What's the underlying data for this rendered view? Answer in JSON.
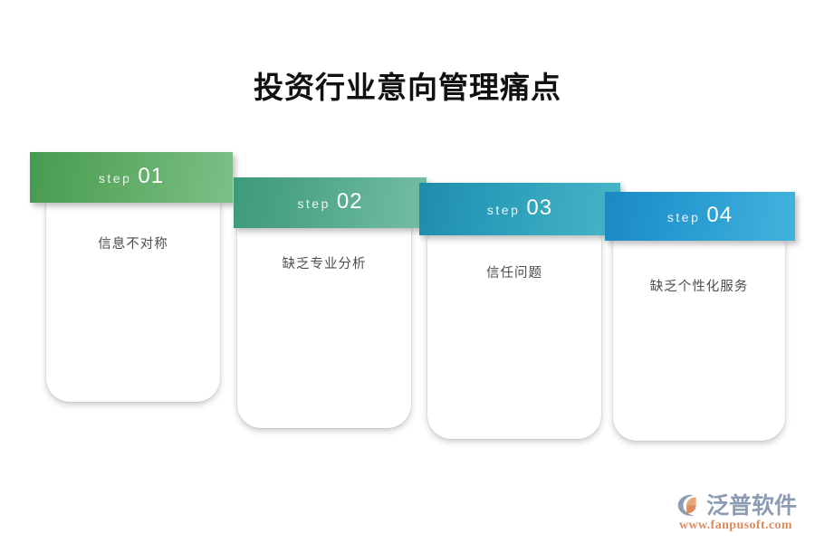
{
  "page": {
    "title": "投资行业意向管理痛点",
    "background_color": "#ffffff"
  },
  "diagram": {
    "type": "step-process",
    "step_word": "step",
    "steps": [
      {
        "number": "01",
        "label": "step",
        "text": "信息不对称",
        "gradient_from": "#469b4f",
        "gradient_to": "#7cc087"
      },
      {
        "number": "02",
        "label": "step",
        "text": "缺乏专业分析",
        "gradient_from": "#3d9b78",
        "gradient_to": "#74bfa4"
      },
      {
        "number": "03",
        "label": "step",
        "text": "信任问题",
        "gradient_from": "#1d8cab",
        "gradient_to": "#46b6c7"
      },
      {
        "number": "04",
        "label": "step",
        "text": "缺乏个性化服务",
        "gradient_from": "#1a89c4",
        "gradient_to": "#41b4dd"
      }
    ]
  },
  "brand": {
    "name": "泛普软件",
    "url": "www.fanpusoft.com",
    "mark_icon": "fanpu-c-logo-icon",
    "name_color": "#8d9cb5",
    "url_color": "#d98c62"
  }
}
